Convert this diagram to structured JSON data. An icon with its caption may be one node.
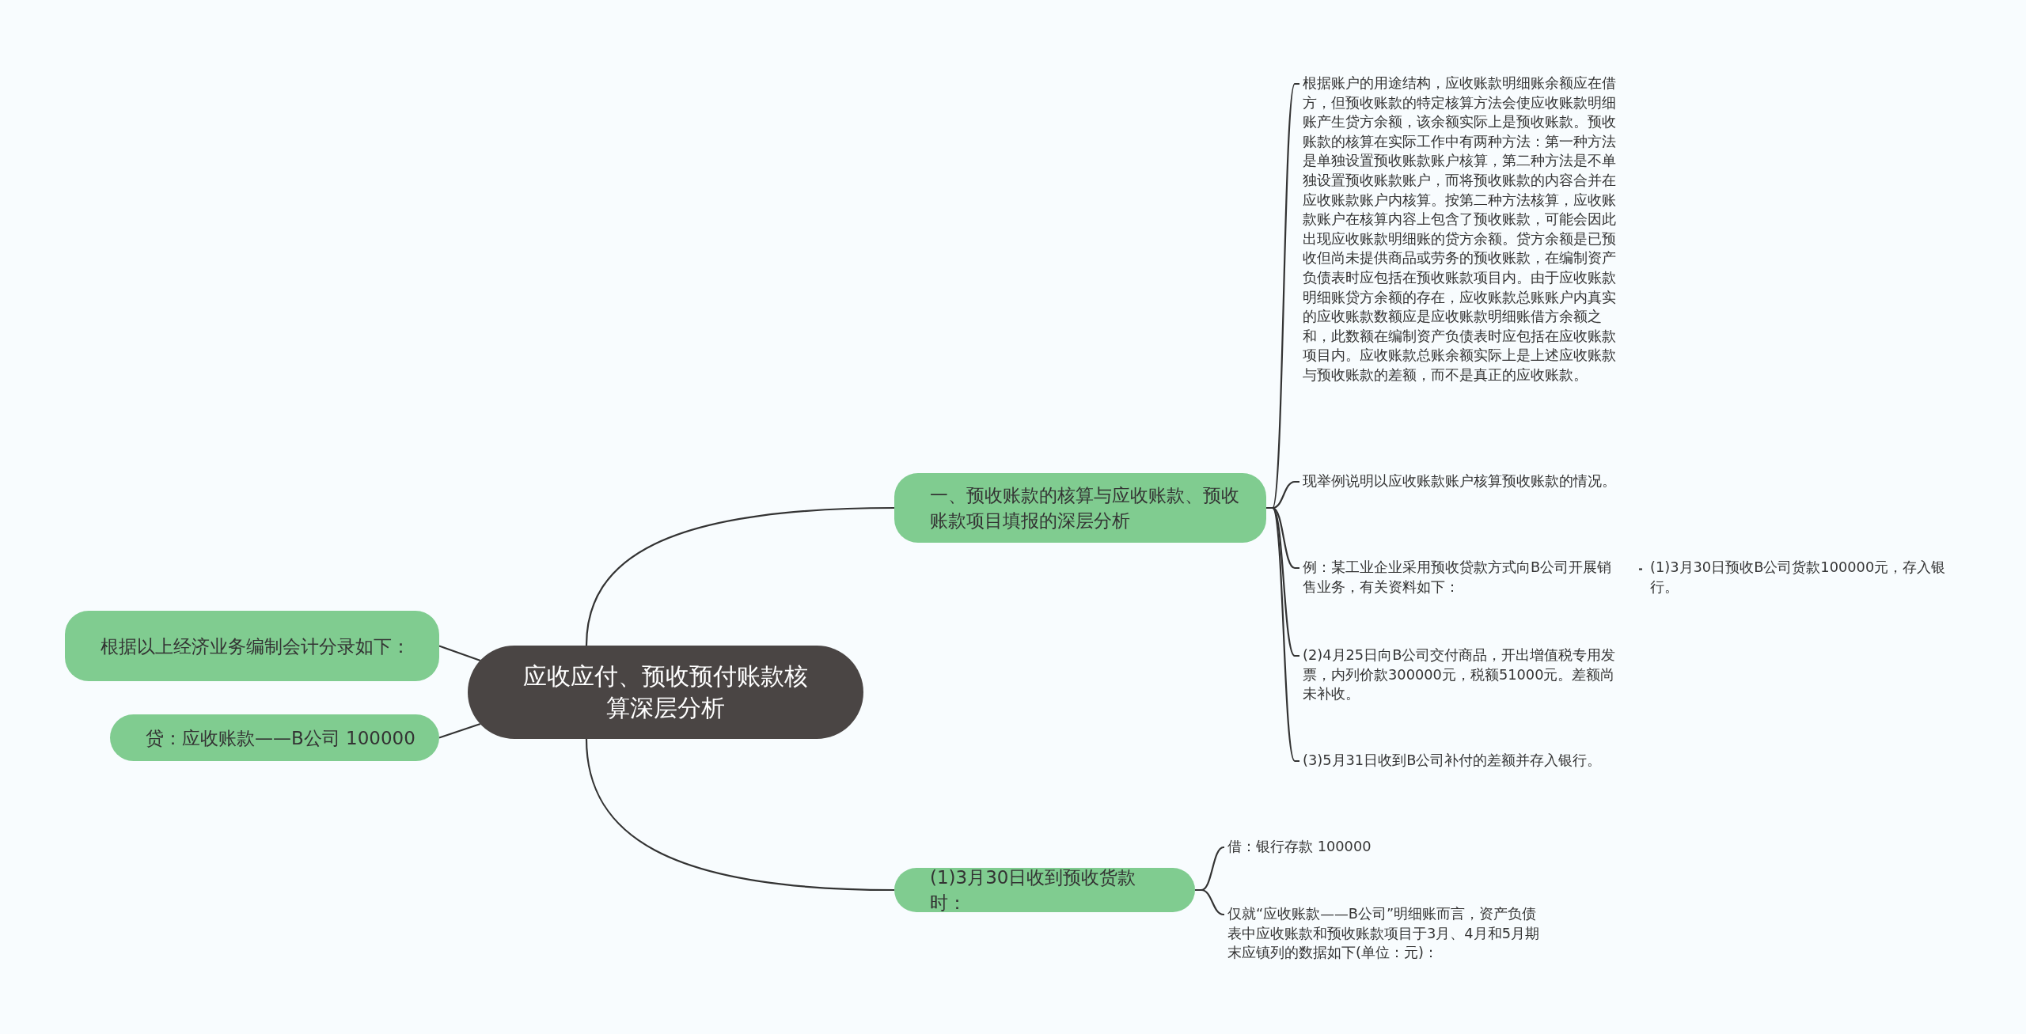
{
  "diagram": {
    "nodes": [
      {
        "text": [
          "应收应付、预收预付账款核算深层分析"
        ]
      },
      {
        "text": [
          "一、预收账款的核算与应收账款、预收账款项目填报的深层分析"
        ]
      },
      {
        "text": [
          "根据账户的用途结构，应收账款明细账余额应在借方，但预收账款的特定核算方法会使应收账款明细账产生贷方余额，该余额实际上是预收账款。预收账款的核算在实际工作中有两种方法：第一种方法是单独设置预收账款账户核算，第二种方法是不单独设置预收账款账户，而将预收账款的内容合并在应收账款账户内核算。按第二种方法核算，应收账款账户在核算内容上包含了预收账款，可能会因此出现应收账款明细账的贷方余额。贷方余额是已预收但尚未提供商品或劳务的预收账款，在编制资产负债表时应包括在预收账款项目内。由于应收账款明细账贷方余额的存在，应收账款总账账户内真实的应收账款数额应是应收账款明细账借方余额之和，此数额在编制资产负债表时应包括在应收账款项目内。应收账款总账余额实际上是上述应收账款与预收账款的差额，而不是真正的应收账款。"
        ]
      },
      {
        "text": [
          "现举例说明以应收账款账户核算预收账款的情况。"
        ]
      },
      {
        "text": [
          "例：某工业企业采用预收贷款方式向B公司开展销售业务，有关资料如下："
        ]
      },
      {
        "text": [
          "(1)3月30日预收B公司货款100000元，存入银行。"
        ]
      },
      {
        "text": [
          "(2)4月25日向B公司交付商品，开出增值税专用发票，内列价款300000元，税额51000元。差额尚未补收。"
        ]
      },
      {
        "text": [
          "(3)5月31日收到B公司补付的差额并存入银行。"
        ]
      },
      {
        "text": [
          "(1)3月30日收到预收货款时："
        ]
      },
      {
        "text": [
          "借：银行存款 100000"
        ]
      },
      {
        "text": [
          "仅就“应收账款——B公司”明细账而言，资产负债表中应收账款和预收账款项目于3月、4月和5月期末应镇列的数据如下(单位：元)："
        ]
      },
      {
        "text": [
          "根据以上经济业务编制会计分录如下："
        ]
      },
      {
        "text": [
          "贷：应收账款——B公司 100000"
        ]
      }
    ],
    "edges": [
      {
        "from": 0,
        "to": 1,
        "arrow": "none"
      },
      {
        "from": 0,
        "to": 8,
        "arrow": "none"
      },
      {
        "from": 0,
        "to": 11,
        "arrow": "none"
      },
      {
        "from": 0,
        "to": 12,
        "arrow": "none"
      },
      {
        "from": 1,
        "to": 2,
        "arrow": "none"
      },
      {
        "from": 1,
        "to": 3,
        "arrow": "none"
      },
      {
        "from": 1,
        "to": 4,
        "arrow": "none"
      },
      {
        "from": 1,
        "to": 6,
        "arrow": "none"
      },
      {
        "from": 1,
        "to": 7,
        "arrow": "none"
      },
      {
        "from": 4,
        "to": 5,
        "arrow": "none"
      },
      {
        "from": 8,
        "to": 9,
        "arrow": "none"
      },
      {
        "from": 8,
        "to": 10,
        "arrow": "none"
      }
    ]
  }
}
